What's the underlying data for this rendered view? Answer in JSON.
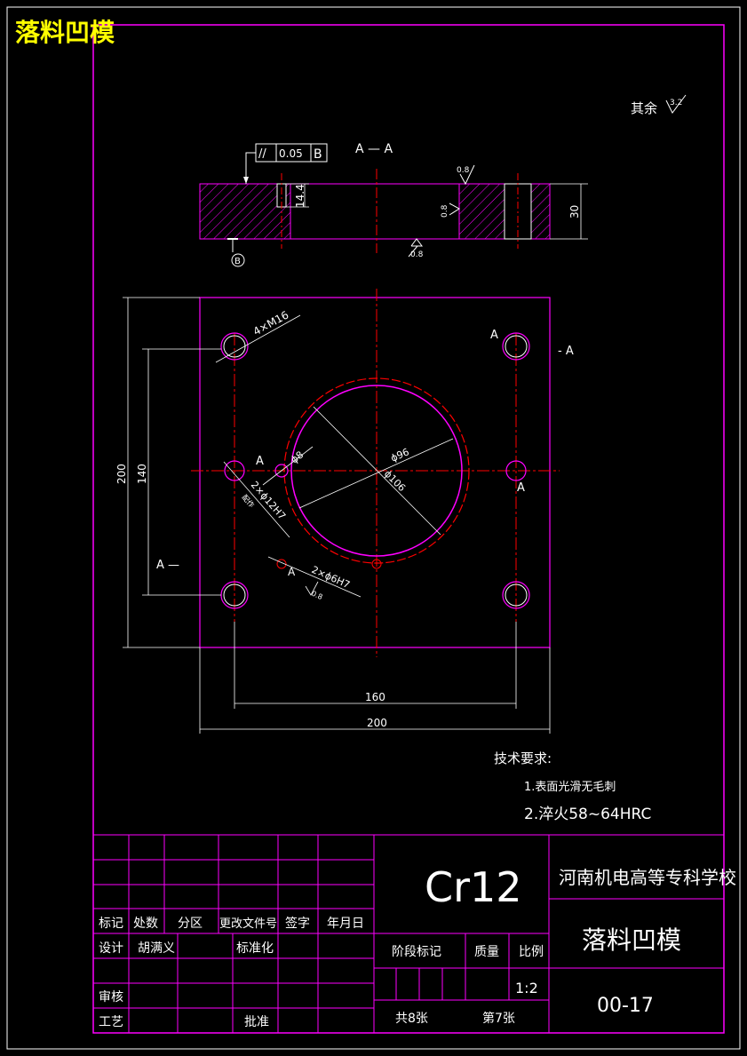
{
  "header_title": "落料凹模",
  "surface_finish_note": {
    "label": "其余",
    "value": "3.2"
  },
  "section_label": "A — A",
  "section_view": {
    "tolerance_symbol": "//",
    "tolerance_value": "0.05",
    "datum_letter": "B",
    "datum_label": "B",
    "dim_depth": "14.4",
    "dim_thickness": "30",
    "roughness_top": "0.8",
    "roughness_side": "0.8",
    "roughness_bottom": "0.8"
  },
  "plan_view": {
    "label_4xM16": "4×M16",
    "label_phi96": "ϕ96",
    "label_phi106": "ϕ106",
    "label_phi8": "ϕ8",
    "label_2xphi12": "2×ϕ12H7",
    "label_2xphi6": "2×ϕ6H7",
    "label_ream1": "配作",
    "label_ream2": "0.8",
    "dim_160": "160",
    "dim_200_h": "200",
    "dim_200_v": "200",
    "dim_140": "140",
    "section_a": "A",
    "section_a_dash": "- A",
    "section_a_left": "A —"
  },
  "tech_requirements": {
    "title": "技术要求:",
    "items": [
      "1.表面光滑无毛刺",
      "2.淬火58~64HRC"
    ]
  },
  "title_block": {
    "material": "Cr12",
    "school": "河南机电高等专科学校",
    "part_name": "落料凹模",
    "drawing_number": "00-17",
    "scale": "1:2",
    "headers": {
      "mark": "标记",
      "count": "处数",
      "zone": "分区",
      "doc": "更改文件号",
      "sign": "签字",
      "date": "年月日"
    },
    "design_label": "设计",
    "designer": "胡满义",
    "standardization": "标准化",
    "review": "审核",
    "process": "工艺",
    "approve": "批准",
    "stage_mark": "阶段标记",
    "weight": "质量",
    "ratio": "比例",
    "total_sheets": "共8张",
    "sheet_no": "第7张"
  }
}
